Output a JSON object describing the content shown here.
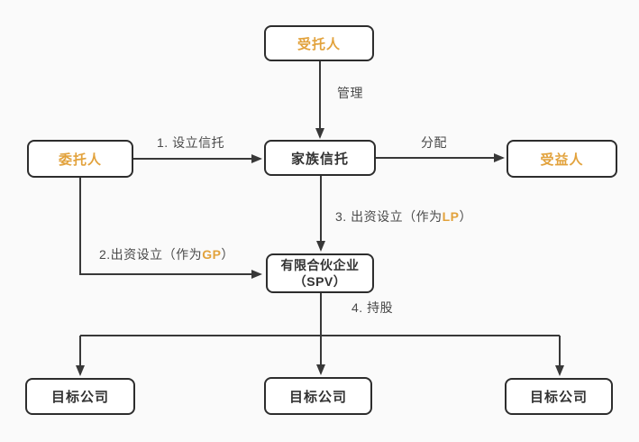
{
  "diagram": {
    "type": "flowchart",
    "language": "zh-CN",
    "colors": {
      "accent_orange": "#E2A23C",
      "node_border": "#2d2d2d",
      "node_text_dark": "#333333",
      "edge_color": "#383838",
      "edge_label_text": "#4a4a4a",
      "background": "#fafafa",
      "node_fill": "#ffffff"
    },
    "nodes": {
      "trustee": {
        "label": "受托人",
        "emphasis": "orange"
      },
      "settlor": {
        "label": "委托人",
        "emphasis": "orange"
      },
      "family_trust": {
        "label": "家族信托",
        "emphasis": "dark"
      },
      "beneficiary": {
        "label": "受益人",
        "emphasis": "orange"
      },
      "spv": {
        "line1": "有限合伙企业",
        "line2": "（SPV）",
        "emphasis": "dark"
      },
      "target_company_1": {
        "label": "目标公司",
        "emphasis": "dark"
      },
      "target_company_2": {
        "label": "目标公司",
        "emphasis": "dark"
      },
      "target_company_3": {
        "label": "目标公司",
        "emphasis": "dark"
      }
    },
    "edges": {
      "manage": {
        "from": "trustee",
        "to": "family_trust",
        "label": "管理"
      },
      "establish_trust": {
        "from": "settlor",
        "to": "family_trust",
        "label": "1. 设立信托"
      },
      "distribute": {
        "from": "family_trust",
        "to": "beneficiary",
        "label": "分配"
      },
      "fund_as_lp": {
        "from": "family_trust",
        "to": "spv",
        "prefix": "3. 出资设立（作为",
        "highlight": "LP",
        "suffix": "）"
      },
      "fund_as_gp": {
        "from": "settlor",
        "to": "spv",
        "prefix": "2.出资设立（作为",
        "highlight": "GP",
        "suffix": "）"
      },
      "hold_shares": {
        "from": "spv",
        "to": "target_companies",
        "label": "4. 持股"
      }
    }
  }
}
